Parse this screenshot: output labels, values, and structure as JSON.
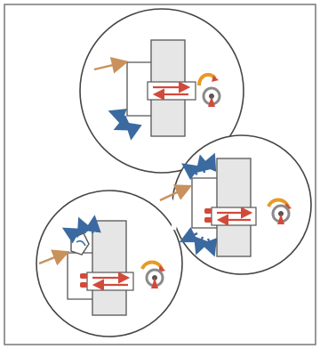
{
  "diagram": {
    "description_text": "",
    "panels": [
      {
        "id": "top",
        "inlet_arrow": "tan",
        "exhaust_arrows": "blue",
        "flow_arrows": "red"
      },
      {
        "id": "middle-right",
        "inlet_arrow": "tan",
        "exhaust_arrows": "blue",
        "flow_arrows": "red"
      },
      {
        "id": "bottom-left",
        "inlet_arrow": "tan",
        "exhaust_arrows": "blue",
        "flow_arrows": "red"
      }
    ],
    "icons": [
      "rotation-icon",
      "pressure-gauge-icon",
      "hand-pointer-icon"
    ],
    "colors": {
      "outline": "#4a4a4a",
      "body_fill": "#e6e6e6",
      "inlet_arrow": "#c9915b",
      "exhaust_arrow": "#3b6aa0",
      "flow_arrow": "#d24a3a",
      "gauge_ring": "#8a8a8a",
      "swirl_orange": "#e79a24"
    }
  }
}
